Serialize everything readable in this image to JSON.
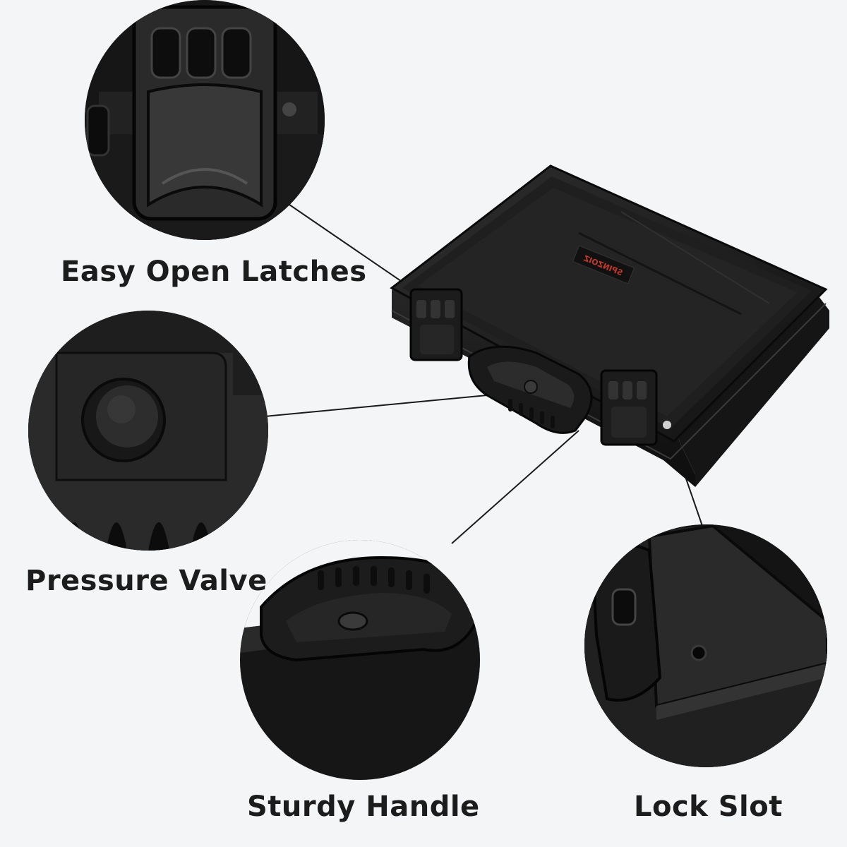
{
  "labels": {
    "latches": "Easy Open Latches",
    "valve": "Pressure Valve",
    "handle": "Sturdy Handle",
    "lock": "Lock Slot"
  },
  "case": {
    "logo": "SPINZOIZ"
  },
  "colors": {
    "background": "#f4f5f6",
    "case_body": "#1b1b1b",
    "label_text": "#1c1c1c",
    "logo_accent": "#c0392b"
  }
}
